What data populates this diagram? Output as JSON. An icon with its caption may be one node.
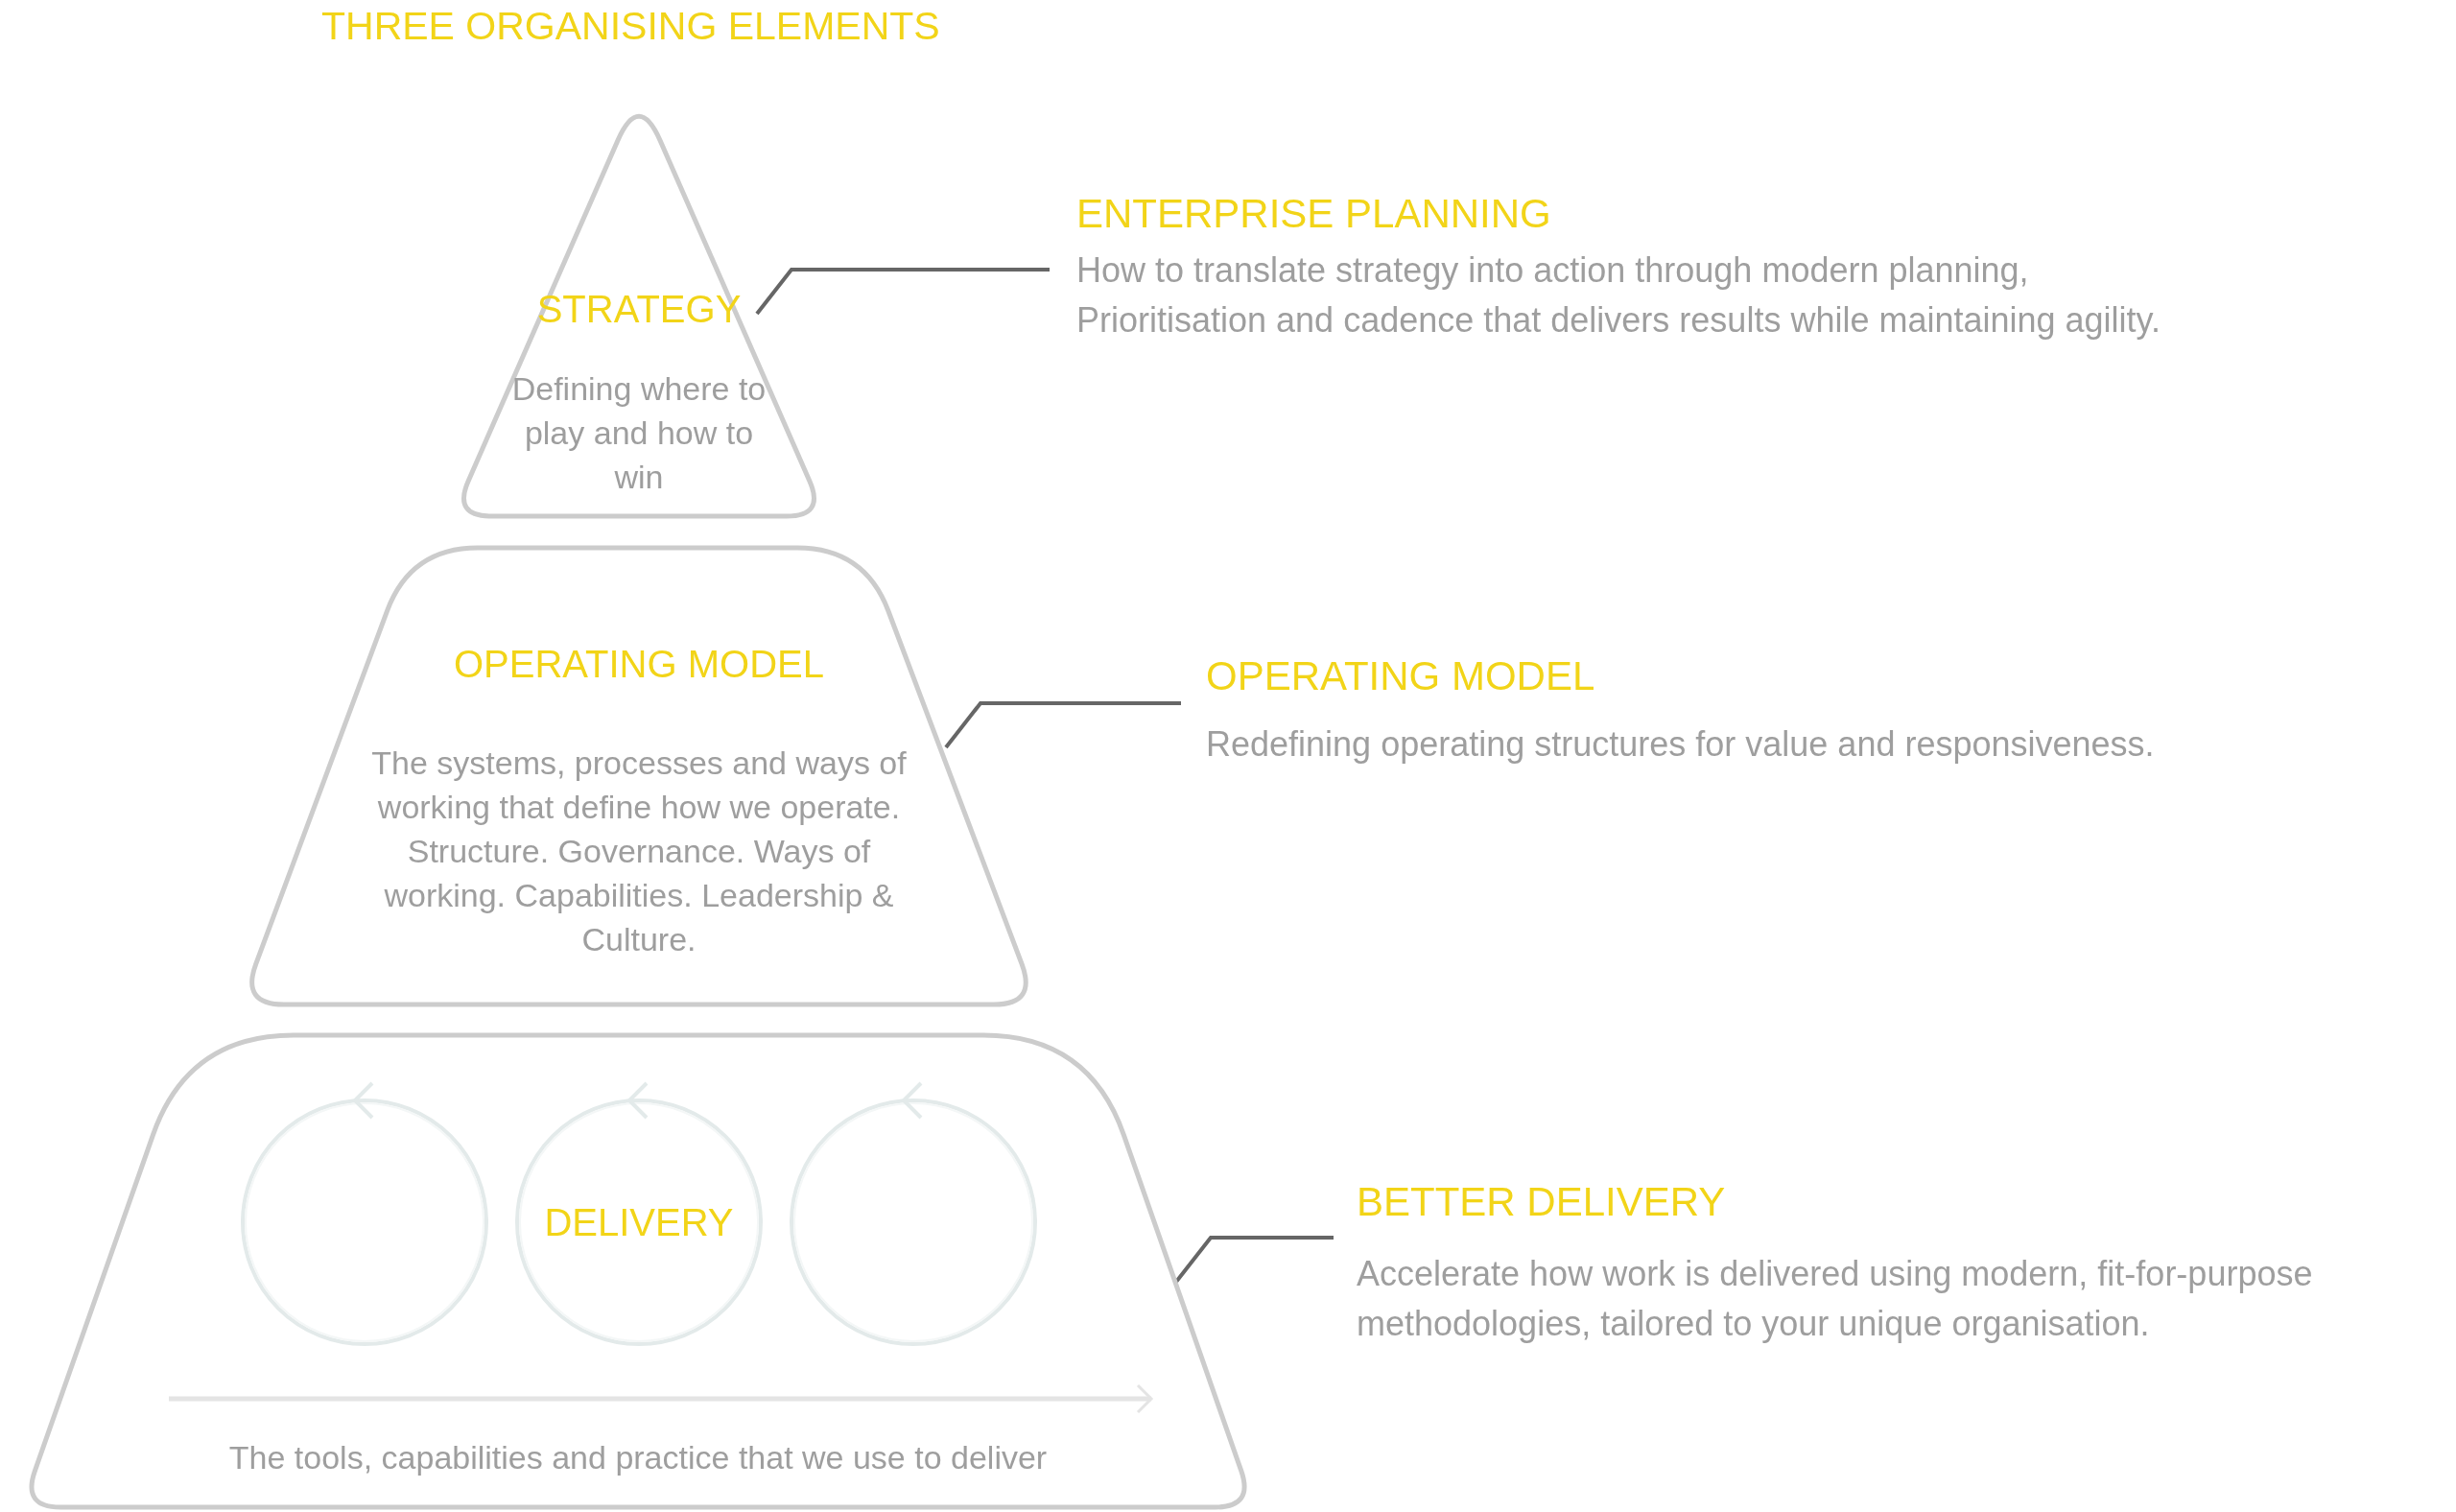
{
  "diagram": {
    "title": "THREE ORGANISING ELEMENTS",
    "nodes": [
      {
        "text": [
          "STRATEGY",
          "Defining where to play and how to win"
        ]
      },
      {
        "text": [
          "ENTERPRISE PLANNING",
          "How to translate strategy into action through modern planning, Prioritisation and cadence that delivers results while maintaining agility."
        ]
      },
      {
        "text": [
          "OPERATING MODEL",
          "The systems, processes and ways of working that define how we operate. Structure. Governance. Ways of working. Capabilities. Leadership & Culture."
        ]
      },
      {
        "text": [
          "OPERATING MODEL",
          "Redefining operating structures for value and responsiveness."
        ]
      },
      {
        "text": [
          "The tools, capabilities and practice that we use to deliver"
        ]
      },
      {
        "text": [],
        "shape": "circle",
        "in": 4
      },
      {
        "text": [
          "DELIVERY"
        ],
        "in": 4
      },
      {
        "text": [],
        "shape": "circle",
        "in": 4
      },
      {
        "text": [
          "BETTER DELIVERY",
          "Accelerate how work is delivered using modern, fit-for-purpose methodologies, tailored to your unique organisation."
        ]
      }
    ],
    "edges": [
      {
        "from": 1,
        "to": 0,
        "arrow": "none"
      },
      {
        "from": 3,
        "to": 2,
        "arrow": "none"
      },
      {
        "from": 8,
        "to": 4,
        "arrow": "none"
      }
    ]
  }
}
